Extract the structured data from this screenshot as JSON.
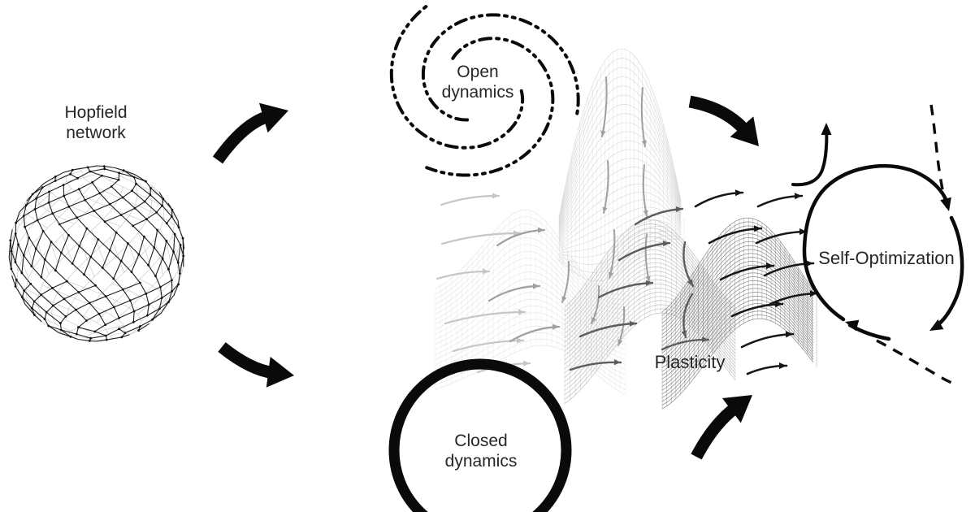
{
  "figure": {
    "labels": {
      "hopfield": {
        "line1": "Hopfield",
        "line2": "network"
      },
      "open_dynamics": {
        "line1": "Open",
        "line2": "dynamics"
      },
      "closed_dynamics": {
        "line1": "Closed",
        "line2": "dynamics"
      },
      "plasticity": {
        "text": "Plasticity"
      },
      "self_optimization": {
        "text": "Self-Optimization"
      }
    },
    "shapes": {
      "hopfield_sphere": "mesh-network-sphere",
      "open_dynamics": "dash-dot-spiral",
      "closed_dynamics": "bold-circle-outline",
      "plasticity": "wireframe-wave-surface",
      "self_optimization": "clockwise-arrow-loop",
      "connectors": "thick-curved-arrows"
    },
    "colors": {
      "background": "#ffffff",
      "ink": "#0a0a0a",
      "text": "#262626",
      "mesh_pale": "#e2e2e2",
      "mesh_light": "#d6d6d6",
      "mesh_mid": "#b5b5b5",
      "mesh_dark": "#7a7a7a",
      "arrow_pale": "#c6c6c6",
      "arrow_gray": "#9f9f9f",
      "arrow_mid": "#5d5d5d",
      "arrow_dark": "#161616",
      "sphere_front": "#1e1e1e",
      "sphere_back": "#c4c4c4"
    }
  }
}
